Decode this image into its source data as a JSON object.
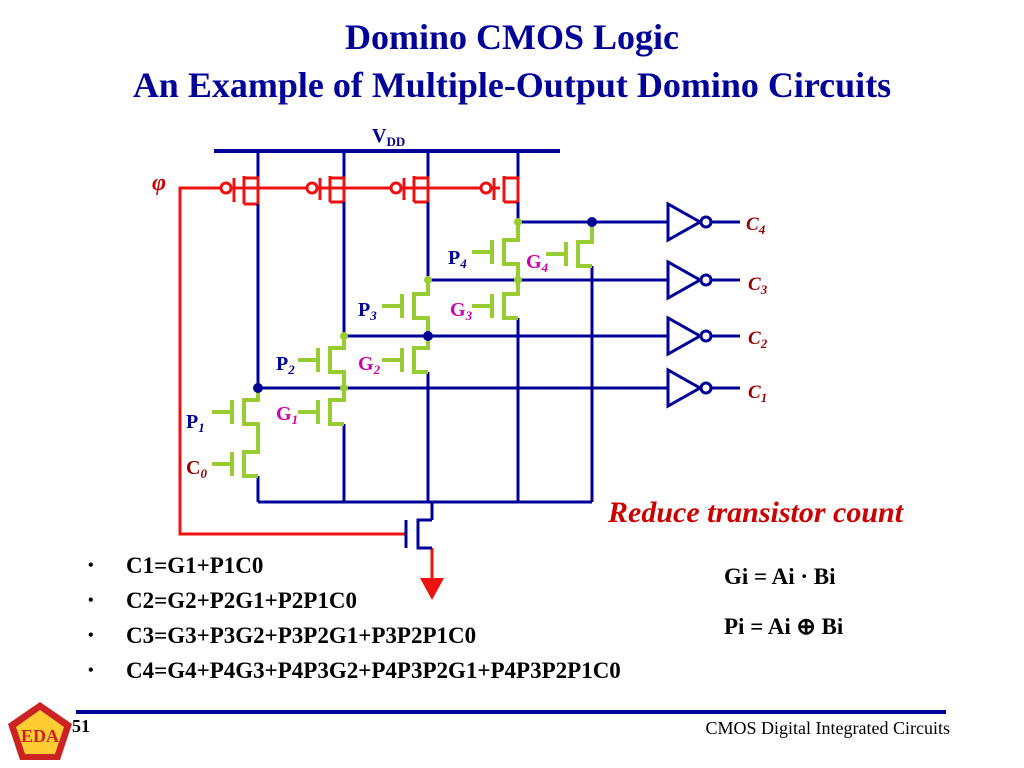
{
  "slide": {
    "title_line1": "Domino CMOS Logic",
    "title_line2": "An Example of Multiple-Output Domino Circuits",
    "page_number": "51",
    "footer": "CMOS Digital Integrated Circuits",
    "callout": "Reduce transistor count"
  },
  "circuit": {
    "vdd_label": "V",
    "vdd_sub": "DD",
    "phi_label": "φ",
    "p_labels": [
      {
        "base": "P",
        "sub": "1"
      },
      {
        "base": "P",
        "sub": "2"
      },
      {
        "base": "P",
        "sub": "3"
      },
      {
        "base": "P",
        "sub": "4"
      }
    ],
    "g_labels": [
      {
        "base": "G",
        "sub": "1"
      },
      {
        "base": "G",
        "sub": "2"
      },
      {
        "base": "G",
        "sub": "3"
      },
      {
        "base": "G",
        "sub": "4"
      }
    ],
    "c0_label": {
      "base": "C",
      "sub": "0"
    },
    "outputs": [
      {
        "base": "C",
        "sub": "4"
      },
      {
        "base": "C",
        "sub": "3"
      },
      {
        "base": "C",
        "sub": "2"
      },
      {
        "base": "C",
        "sub": "1"
      }
    ],
    "colors": {
      "wire": "#000099",
      "clock": "#ee1111",
      "transistor": "#99cc33",
      "g_label": "#cc00aa",
      "out_label": "#990000",
      "title": "#000099"
    }
  },
  "equations": [
    "C1=G1+P1C0",
    "C2=G2+P2G1+P2P1C0",
    "C3=G3+P3G2+P3P2G1+P3P2P1C0",
    "C4=G4+P4G3+P4P3G2+P4P3P2G1+P4P3P2P1C0"
  ],
  "definitions": {
    "gi": "Gi = Ai · Bi",
    "pi": "Pi = Ai ⊕ Bi"
  },
  "bullet_char": "•",
  "logo_text": "EDA"
}
